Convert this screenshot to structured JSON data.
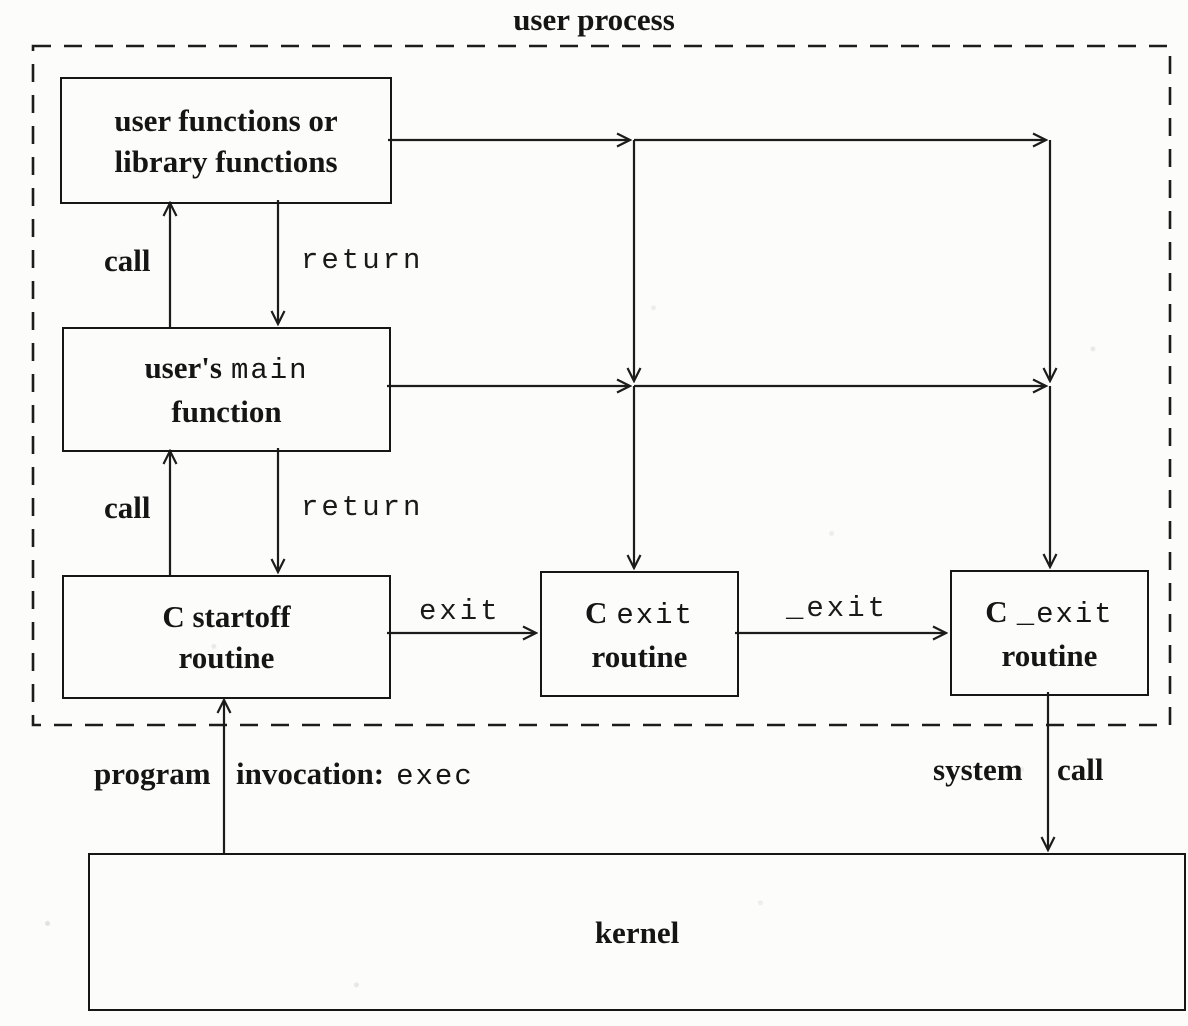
{
  "title": "user process",
  "boxes": {
    "user_functions": {
      "line1": "user functions or",
      "line2": "library functions"
    },
    "user_main": {
      "line1_serif": "user's",
      "line1_mono": "main",
      "line2": "function"
    },
    "c_startoff": {
      "line1": "C startoff",
      "line2": "routine"
    },
    "c_exit": {
      "line1_serif": "C",
      "line1_mono": "exit",
      "line2": "routine"
    },
    "c_underscore_exit": {
      "line1_serif": "C",
      "line1_mono": "_exit",
      "line2": "routine"
    },
    "kernel": {
      "label": "kernel"
    }
  },
  "edge_labels": {
    "call_top": "call",
    "return_top": "return",
    "call_bottom": "call",
    "return_bottom": "return",
    "exit": "exit",
    "underscore_exit": "_exit",
    "program_invocation_part1": "program",
    "program_invocation_part2": "invocation:",
    "program_invocation_mono": "exec",
    "system_call_part1": "system",
    "system_call_part2": "call"
  },
  "colors": {
    "ink": "#1c1c1c",
    "paper": "#fcfcfa"
  }
}
